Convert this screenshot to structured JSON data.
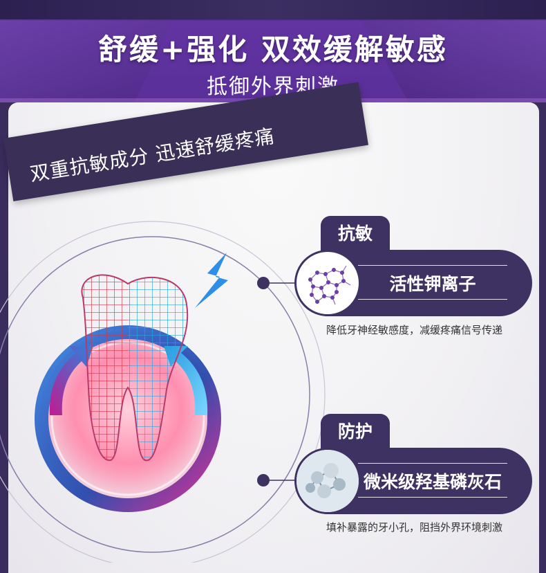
{
  "header": {
    "title": "舒缓+强化  双效缓解敏感",
    "subtitle": "抵御外界刺激"
  },
  "ribbon": {
    "text": "双重抗敏成分  迅速舒缓疼痛"
  },
  "features": [
    {
      "tab": "抗敏",
      "ingredient": "活性钾离子",
      "description": "降低牙神经敏感度，减缓疼痛信号传递"
    },
    {
      "tab": "防护",
      "ingredient": "微米级羟基磷灰石",
      "description": "填补暴露的牙小孔，阻挡外界环境刺激"
    }
  ],
  "icons": {
    "tooth": "tooth-icon",
    "lightning": "lightning-icon",
    "molecule": "molecule-icon",
    "mineral": "mineral-cluster-icon"
  },
  "colors": {
    "brand_purple": "#5a2f98",
    "dark_purple": "#3d3261",
    "red_mesh": "#d8344c",
    "blue_mesh": "#2aa6d8"
  }
}
